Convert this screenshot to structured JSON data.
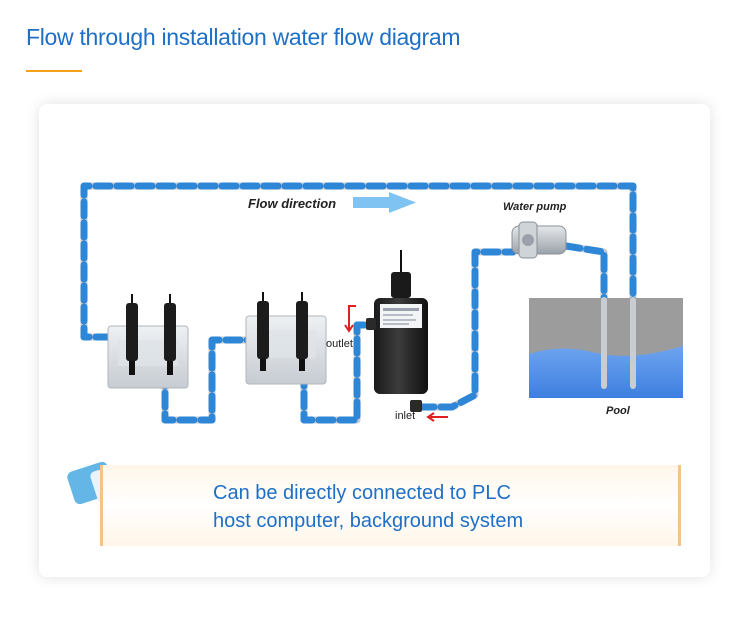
{
  "title": "Flow through installation water flow diagram",
  "labels": {
    "flow_direction": "Flow direction",
    "water_pump": "Water pump",
    "pool": "Pool",
    "outlet": "outlet",
    "inlet": "inlet"
  },
  "note": {
    "line1": "Can be directly connected to PLC",
    "line2": "host computer, background system"
  },
  "colors": {
    "title": "#1e6fc6",
    "accent": "#f5a21b",
    "pipe_blue": "#2e86d6",
    "pipe_silver": "#c9ccd1",
    "arrow_red": "#e02020",
    "water": "#4f8fe8",
    "pool_gray": "#9c9c9c"
  },
  "icons": [
    "hand-pointing-icon",
    "flow-arrow-icon",
    "red-arrow-icon"
  ]
}
